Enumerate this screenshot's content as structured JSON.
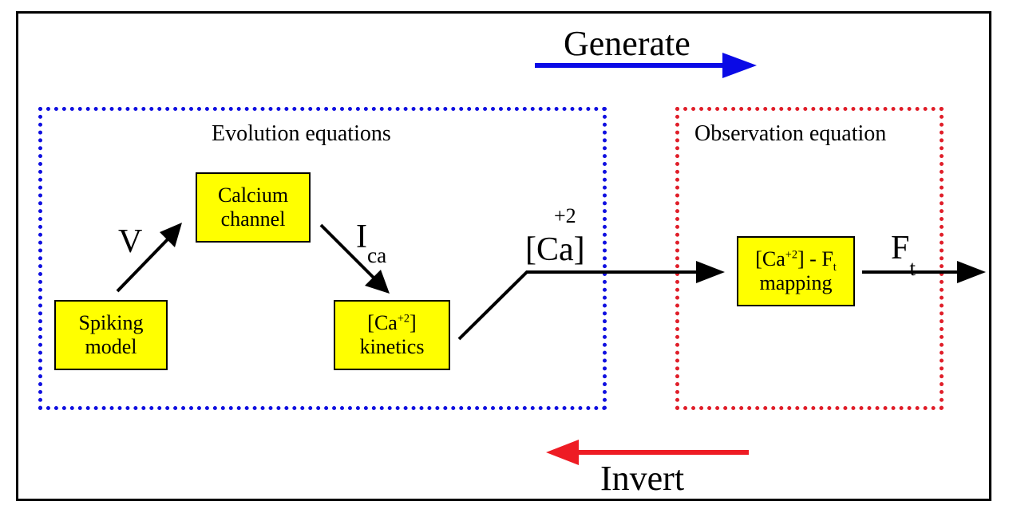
{
  "labels": {
    "generate": "Generate",
    "invert": "Invert",
    "evolution_title": "Evolution equations",
    "observation_title": "Observation equation",
    "v": "V",
    "ica_main": "I",
    "ica_sub": "ca",
    "ca_main": "[Ca]",
    "ca_sup": "+2",
    "ft_main": "F",
    "ft_sub": "t"
  },
  "boxes": {
    "spiking": {
      "line1": "Spiking",
      "line2": "model"
    },
    "calcium_channel": {
      "line1": "Calcium",
      "line2": "channel"
    },
    "kinetics": {
      "line1_open": "[Ca",
      "line1_sup": "+2",
      "line1_close": "]",
      "line2": "kinetics"
    },
    "mapping": {
      "line1_open": "[Ca",
      "line1_sup": "+2",
      "line1_mid": "] - F",
      "line1_sub": "t",
      "line2": "mapping"
    }
  },
  "colors": {
    "generate_arrow": "#0a0ae6",
    "invert_arrow": "#ee1c24",
    "evolution_border": "#1010e0",
    "observation_border": "#e01f2a",
    "box_fill": "#ffff00"
  }
}
